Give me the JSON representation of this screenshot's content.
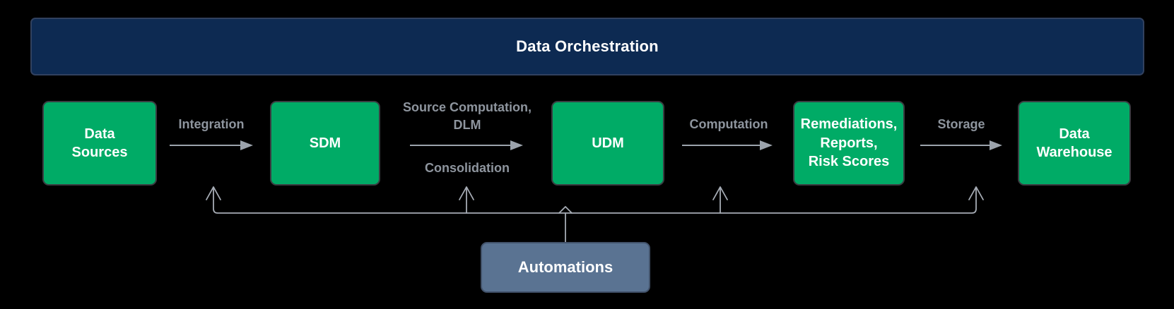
{
  "colors": {
    "background": "#000000",
    "banner_bg": "#0d2a52",
    "banner_border": "#31415f",
    "node_green": "#00ab66",
    "node_border": "#3a3e42",
    "automations_bg": "#5a7392",
    "automations_border": "#42526a",
    "line": "#a6acb5",
    "arrow": "#9ca3ac",
    "label": "#8e959e",
    "text": "#ffffff"
  },
  "banner": {
    "title": "Data Orchestration"
  },
  "nodes": {
    "data_sources": {
      "label": "Data\nSources"
    },
    "sdm": {
      "label": "SDM"
    },
    "udm": {
      "label": "UDM"
    },
    "remediations": {
      "label": "Remediations,\nReports,\nRisk Scores"
    },
    "data_warehouse": {
      "label": "Data\nWarehouse"
    }
  },
  "flow_labels": {
    "integration": "Integration",
    "source_computation": "Source Computation,\nDLM",
    "consolidation": "Consolidation",
    "computation": "Computation",
    "storage": "Storage"
  },
  "automations": {
    "label": "Automations"
  }
}
